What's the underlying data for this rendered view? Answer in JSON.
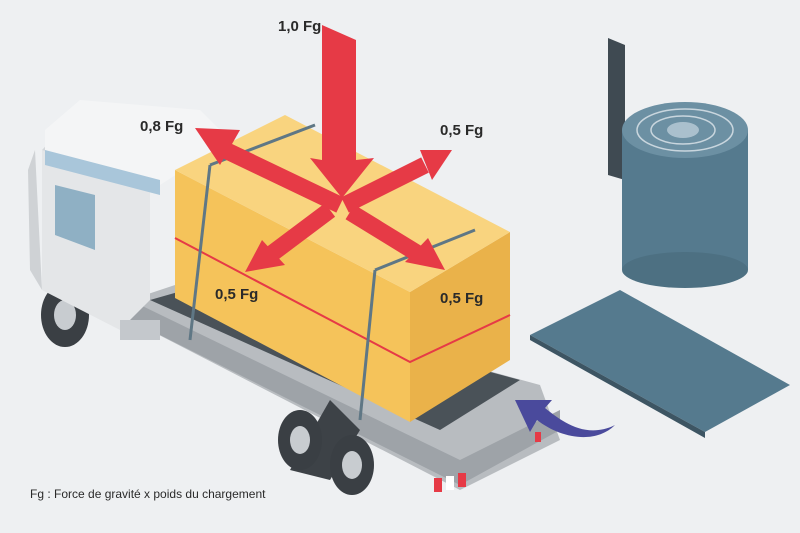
{
  "labels": {
    "top": "1,0 Fg",
    "front": "0,8 Fg",
    "back": "0,5 Fg",
    "left_side": "0,5 Fg",
    "right_side": "0,5 Fg"
  },
  "caption": "Fg : Force de gravité x poids du chargement",
  "colors": {
    "background": "#eef0f2",
    "arrow": "#e63a46",
    "cargo": "#f5c35a",
    "rubber": "#557a8e",
    "insert_arrow": "#4a4a9c"
  }
}
